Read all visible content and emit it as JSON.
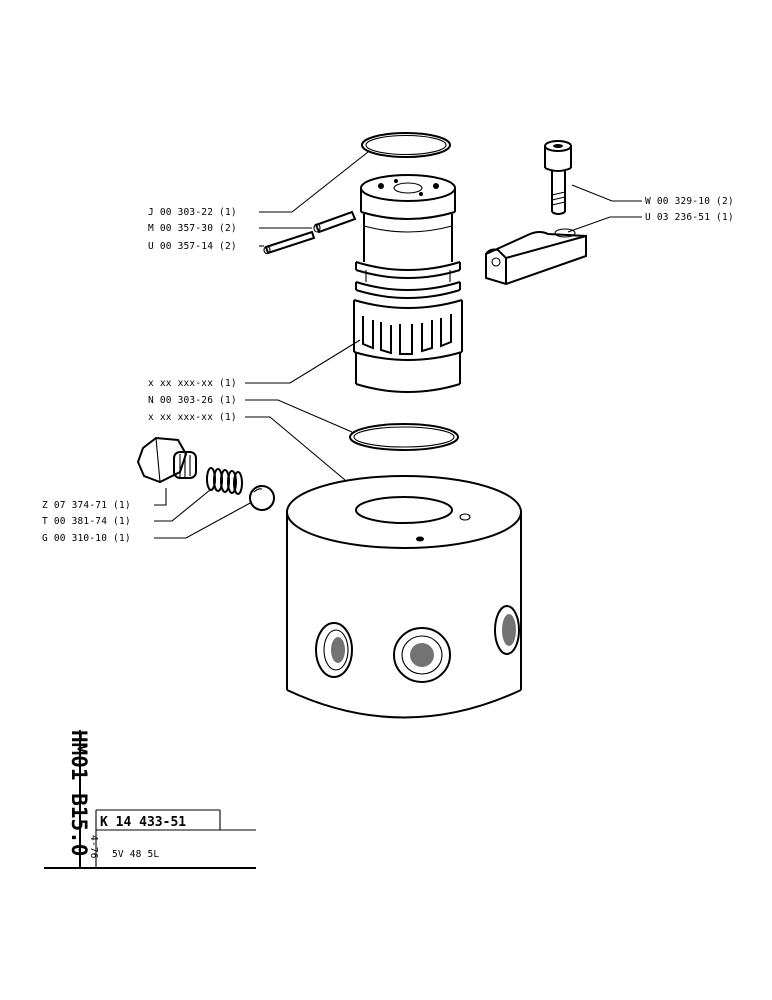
{
  "parts": [
    {
      "label": "J 00 303-22 (1)"
    },
    {
      "label": "M 00 357-30 (2)"
    },
    {
      "label": "U 00 357-14 (2)"
    },
    {
      "label": "W 00 329-10 (2)"
    },
    {
      "label": "U 03 236-51 (1)"
    },
    {
      "label": "x xx xxx-xx (1)"
    },
    {
      "label": "N 00 303-26 (1)"
    },
    {
      "label": "x xx xxx-xx (1)"
    },
    {
      "label": "Z 07 374-71 (1)"
    },
    {
      "label": "T 00 381-74 (1)"
    },
    {
      "label": "G 00 310-10 (1)"
    }
  ],
  "title_block": {
    "sheet_code": "HM01 B15.0",
    "date": "4-76",
    "part_number": "K 14 433-51",
    "description": "5V 48 5L"
  }
}
